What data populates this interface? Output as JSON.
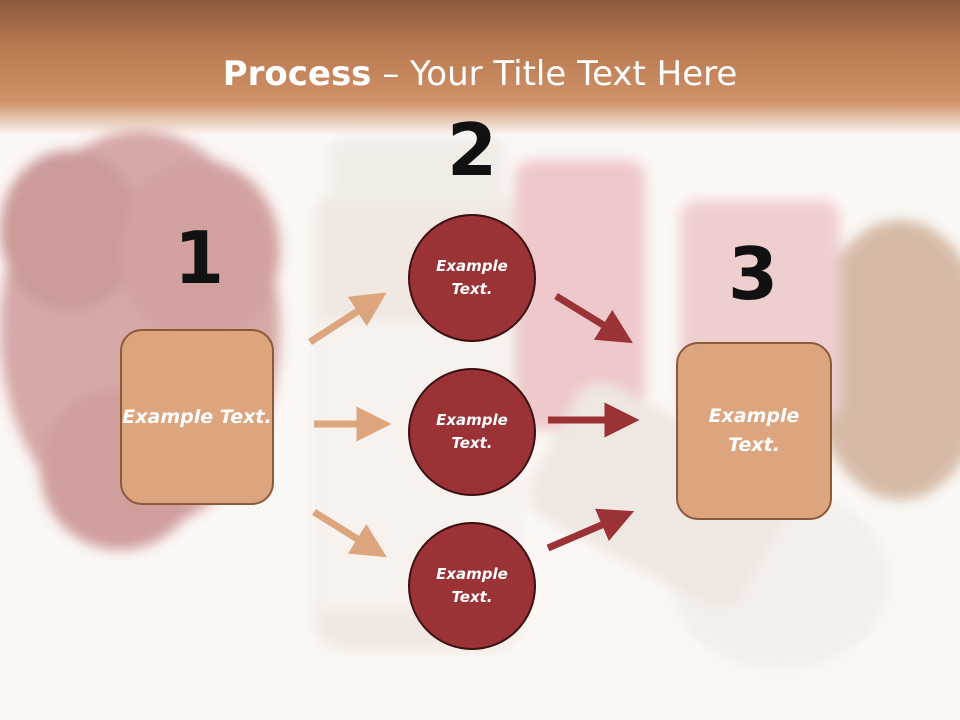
{
  "title": {
    "bold": "Process",
    "rest": " – Your Title Text Here"
  },
  "numbers": [
    "1",
    "2",
    "3"
  ],
  "left_box": {
    "text": "Example Text."
  },
  "circles": [
    {
      "text": "Example Text."
    },
    {
      "text": "Example Text."
    },
    {
      "text": "Example Text."
    }
  ],
  "right_box": {
    "text": "Example Text."
  },
  "colors": {
    "header": "#b97a52",
    "box_fill": "#dda57e",
    "circle_fill": "#9b3236",
    "arrow_left": "#dda57e",
    "arrow_right": "#9b3236"
  }
}
